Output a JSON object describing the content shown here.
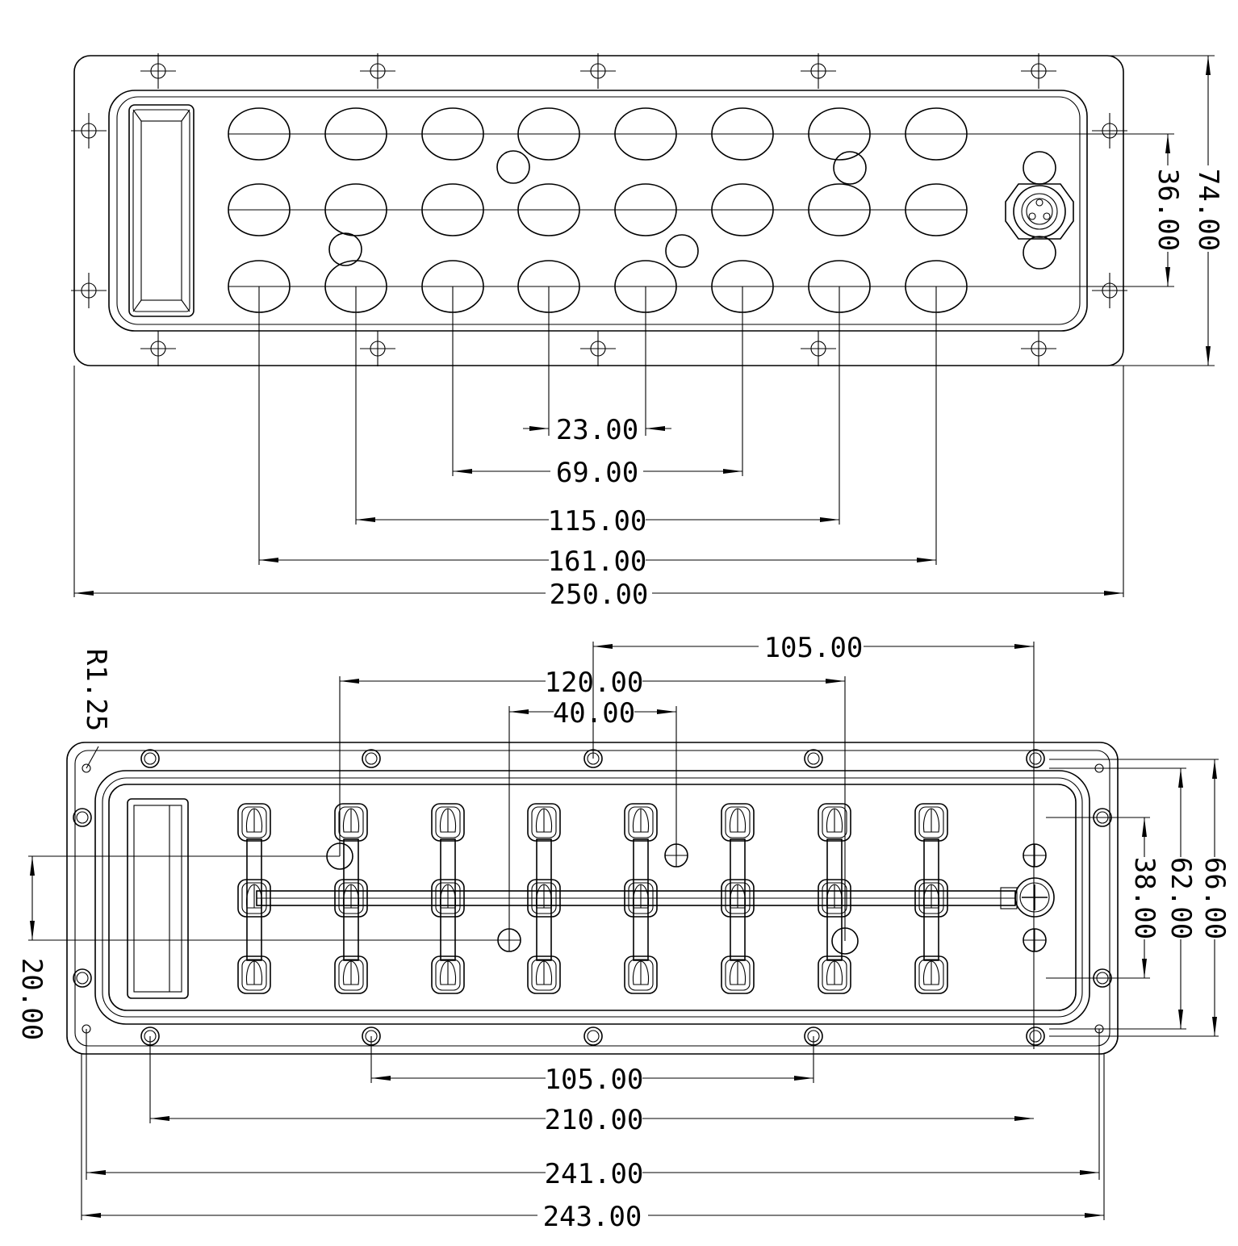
{
  "top_view": {
    "dimensions": {
      "pitch": "23.00",
      "span_3": "69.00",
      "span_5": "115.00",
      "span_7": "161.00",
      "overall_width": "250.00",
      "row_pitch": "36.00",
      "overall_height": "74.00"
    }
  },
  "bottom_view": {
    "dimensions": {
      "corner_radius": "R1.25",
      "top_105": "105.00",
      "top_120": "120.00",
      "top_40": "40.00",
      "bottom_105": "105.00",
      "bottom_210": "210.00",
      "bottom_241": "241.00",
      "bottom_243": "243.00",
      "left_20": "20.00",
      "right_38": "38.00",
      "right_62": "62.00",
      "right_66": "66.00"
    }
  }
}
